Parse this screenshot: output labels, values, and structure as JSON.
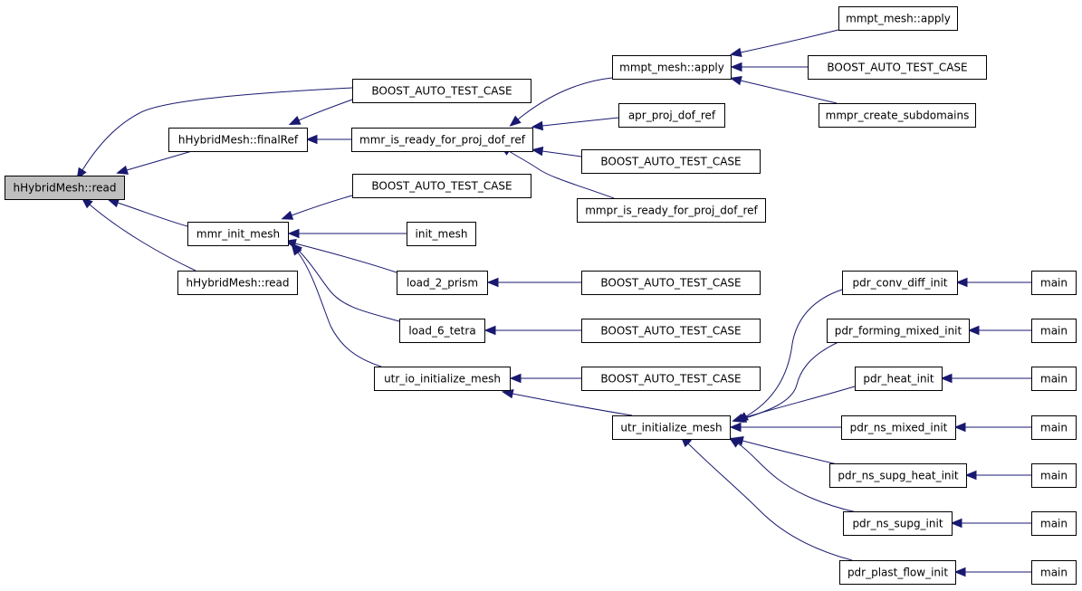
{
  "graph": {
    "colors": {
      "edge": "#191970",
      "root_fill": "#bfbfbf",
      "node_fill": "#ffffff",
      "node_border": "#000000"
    },
    "root": "n_root",
    "nodes": [
      {
        "id": "n_root",
        "label": "hHybridMesh::read"
      },
      {
        "id": "n_final",
        "label": "hHybridMesh::finalRef"
      },
      {
        "id": "n_mmrinit",
        "label": "mmr_init_mesh"
      },
      {
        "id": "n_hread2",
        "label": "hHybridMesh::read"
      },
      {
        "id": "n_bt1",
        "label": "BOOST_AUTO_TEST_CASE"
      },
      {
        "id": "n_mmrready",
        "label": "mmr_is_ready_for_proj_dof_ref"
      },
      {
        "id": "n_bt2",
        "label": "BOOST_AUTO_TEST_CASE"
      },
      {
        "id": "n_initmesh",
        "label": "init_mesh"
      },
      {
        "id": "n_load2",
        "label": "load_2_prism"
      },
      {
        "id": "n_load6",
        "label": "load_6_tetra"
      },
      {
        "id": "n_utrio",
        "label": "utr_io_initialize_mesh"
      },
      {
        "id": "n_mmpt1",
        "label": "mmpt_mesh::apply"
      },
      {
        "id": "n_apr",
        "label": "apr_proj_dof_ref"
      },
      {
        "id": "n_bt3",
        "label": "BOOST_AUTO_TEST_CASE"
      },
      {
        "id": "n_mmprready",
        "label": "mmpr_is_ready_for_proj_dof_ref"
      },
      {
        "id": "n_bt4",
        "label": "BOOST_AUTO_TEST_CASE"
      },
      {
        "id": "n_bt5",
        "label": "BOOST_AUTO_TEST_CASE"
      },
      {
        "id": "n_bt6",
        "label": "BOOST_AUTO_TEST_CASE"
      },
      {
        "id": "n_utrinit",
        "label": "utr_initialize_mesh"
      },
      {
        "id": "n_mmpt2",
        "label": "mmpt_mesh::apply"
      },
      {
        "id": "n_bt7",
        "label": "BOOST_AUTO_TEST_CASE"
      },
      {
        "id": "n_mmprcs",
        "label": "mmpr_create_subdomains"
      },
      {
        "id": "n_pdrconv",
        "label": "pdr_conv_diff_init"
      },
      {
        "id": "n_pdrform",
        "label": "pdr_forming_mixed_init"
      },
      {
        "id": "n_pdrheat",
        "label": "pdr_heat_init"
      },
      {
        "id": "n_pdrnsm",
        "label": "pdr_ns_mixed_init"
      },
      {
        "id": "n_pdrnsh",
        "label": "pdr_ns_supg_heat_init"
      },
      {
        "id": "n_pdrnss",
        "label": "pdr_ns_supg_init"
      },
      {
        "id": "n_pdrplast",
        "label": "pdr_plast_flow_init"
      },
      {
        "id": "n_main1",
        "label": "main"
      },
      {
        "id": "n_main2",
        "label": "main"
      },
      {
        "id": "n_main3",
        "label": "main"
      },
      {
        "id": "n_main4",
        "label": "main"
      },
      {
        "id": "n_main5",
        "label": "main"
      },
      {
        "id": "n_main6",
        "label": "main"
      },
      {
        "id": "n_main7",
        "label": "main"
      }
    ],
    "edges": [
      {
        "from": "n_final",
        "to": "n_root"
      },
      {
        "from": "n_mmrinit",
        "to": "n_root"
      },
      {
        "from": "n_hread2",
        "to": "n_root"
      },
      {
        "from": "n_bt1",
        "to": "n_root"
      },
      {
        "from": "n_bt1",
        "to": "n_final"
      },
      {
        "from": "n_mmrready",
        "to": "n_final"
      },
      {
        "from": "n_bt2",
        "to": "n_mmrinit"
      },
      {
        "from": "n_initmesh",
        "to": "n_mmrinit"
      },
      {
        "from": "n_load2",
        "to": "n_mmrinit"
      },
      {
        "from": "n_load6",
        "to": "n_mmrinit"
      },
      {
        "from": "n_utrio",
        "to": "n_mmrinit"
      },
      {
        "from": "n_mmpt1",
        "to": "n_mmrready"
      },
      {
        "from": "n_apr",
        "to": "n_mmrready"
      },
      {
        "from": "n_bt3",
        "to": "n_mmrready"
      },
      {
        "from": "n_mmprready",
        "to": "n_mmrready"
      },
      {
        "from": "n_bt4",
        "to": "n_load2"
      },
      {
        "from": "n_bt5",
        "to": "n_load6"
      },
      {
        "from": "n_bt6",
        "to": "n_utrio"
      },
      {
        "from": "n_utrinit",
        "to": "n_utrio"
      },
      {
        "from": "n_mmpt2",
        "to": "n_mmpt1"
      },
      {
        "from": "n_bt7",
        "to": "n_mmpt1"
      },
      {
        "from": "n_mmprcs",
        "to": "n_mmpt1"
      },
      {
        "from": "n_pdrconv",
        "to": "n_utrinit"
      },
      {
        "from": "n_pdrform",
        "to": "n_utrinit"
      },
      {
        "from": "n_pdrheat",
        "to": "n_utrinit"
      },
      {
        "from": "n_pdrnsm",
        "to": "n_utrinit"
      },
      {
        "from": "n_pdrnsh",
        "to": "n_utrinit"
      },
      {
        "from": "n_pdrnss",
        "to": "n_utrinit"
      },
      {
        "from": "n_pdrplast",
        "to": "n_utrinit"
      },
      {
        "from": "n_main1",
        "to": "n_pdrconv"
      },
      {
        "from": "n_main2",
        "to": "n_pdrform"
      },
      {
        "from": "n_main3",
        "to": "n_pdrheat"
      },
      {
        "from": "n_main4",
        "to": "n_pdrnsm"
      },
      {
        "from": "n_main5",
        "to": "n_pdrnsh"
      },
      {
        "from": "n_main6",
        "to": "n_pdrnss"
      },
      {
        "from": "n_main7",
        "to": "n_pdrplast"
      }
    ]
  }
}
